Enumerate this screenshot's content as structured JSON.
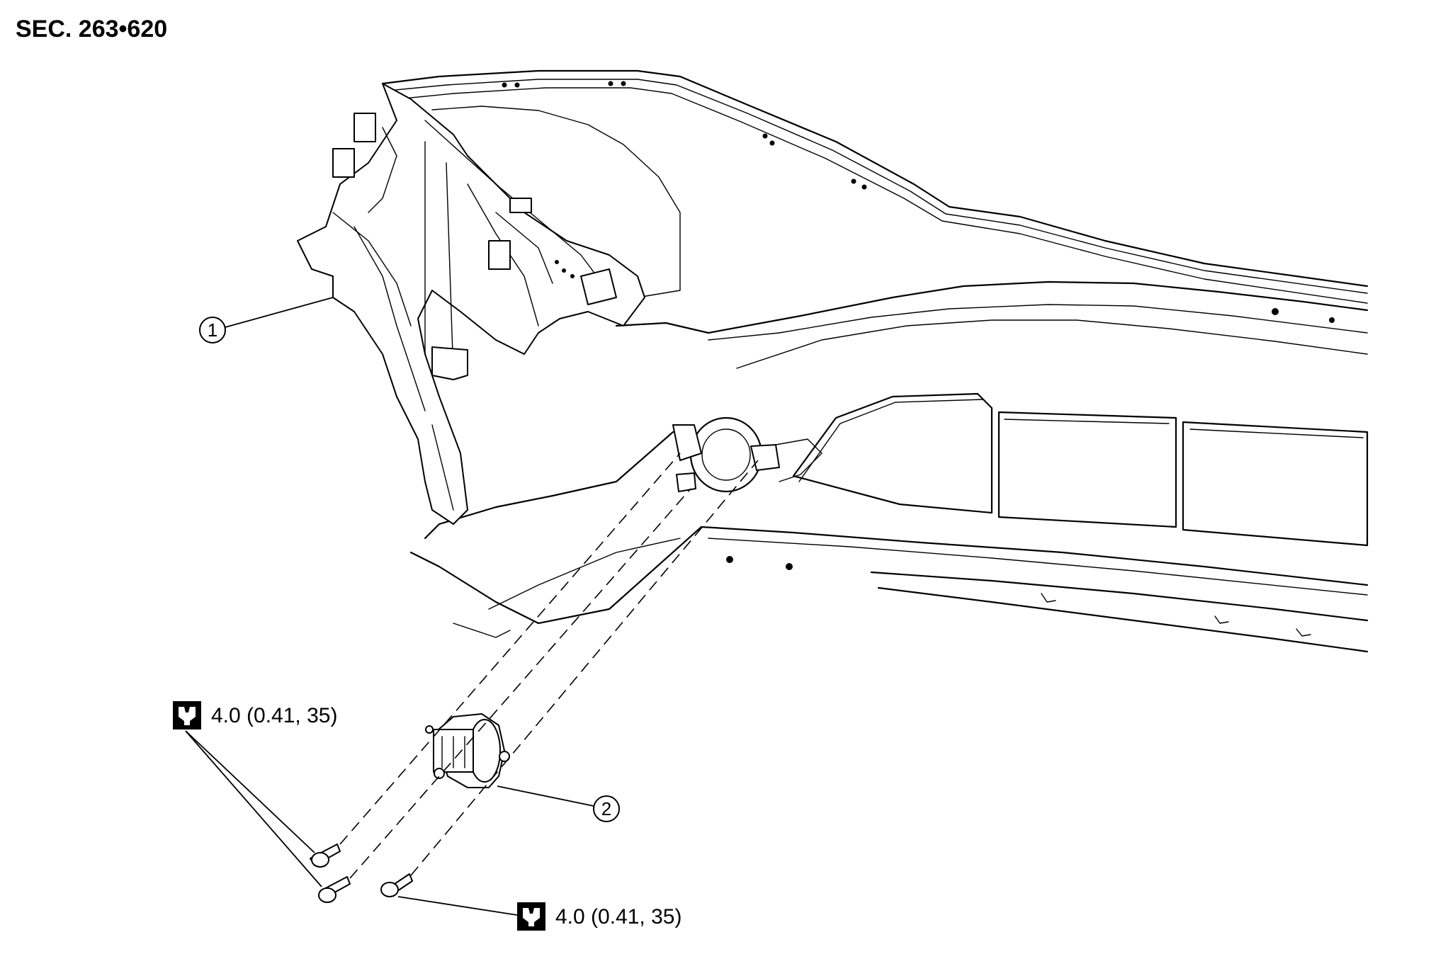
{
  "section": {
    "label": "SEC. 263•620"
  },
  "callouts": [
    {
      "number": "1"
    },
    {
      "number": "2"
    }
  ],
  "torque_specs": [
    {
      "value": "4.0 (0.41, 35)",
      "icon": "torque-wrench-icon"
    },
    {
      "value": "4.0 (0.41, 35)",
      "icon": "torque-wrench-icon"
    }
  ]
}
